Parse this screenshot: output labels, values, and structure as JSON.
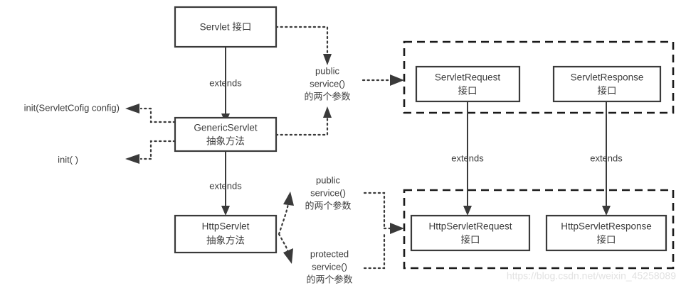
{
  "diagram": {
    "title": "Servlet API inheritance hierarchy",
    "colors": {
      "background": "#ffffff",
      "box_stroke": "#3a3a3a",
      "group_stroke": "#1a1a1a",
      "text": "#3c3c3c",
      "watermark": "#e2e2e2"
    },
    "nodes": {
      "servlet": {
        "line1": "Servlet 接口",
        "line2": ""
      },
      "generic_servlet": {
        "line1": "GenericServlet",
        "line2": "抽象方法"
      },
      "http_servlet": {
        "line1": "HttpServlet",
        "line2": "抽象方法"
      },
      "servlet_request": {
        "line1": "ServletRequest",
        "line2": "接口"
      },
      "servlet_response": {
        "line1": "ServletResponse",
        "line2": "接口"
      },
      "http_servlet_request": {
        "line1": "HttpServletRequest",
        "line2": "接口"
      },
      "http_servlet_response": {
        "line1": "HttpServletResponse",
        "line2": "接口"
      }
    },
    "edge_labels": {
      "extends_servlet_to_generic": "extends",
      "extends_generic_to_http": "extends",
      "extends_request": "extends",
      "extends_response": "extends"
    },
    "notes": {
      "public_service_top": {
        "line1": "public",
        "line2": "service()",
        "line3": "的两个参数"
      },
      "public_service_bottom": {
        "line1": "public",
        "line2": "service()",
        "line3": "的两个参数"
      },
      "protected_service": {
        "line1": "protected",
        "line2": "service()",
        "line3": "的两个参数"
      }
    },
    "method_labels": {
      "init_with_config": "init(ServletCofig config)",
      "init_no_args": "init( )"
    },
    "watermark": "https://blog.csdn.net/weixin_45258089"
  }
}
